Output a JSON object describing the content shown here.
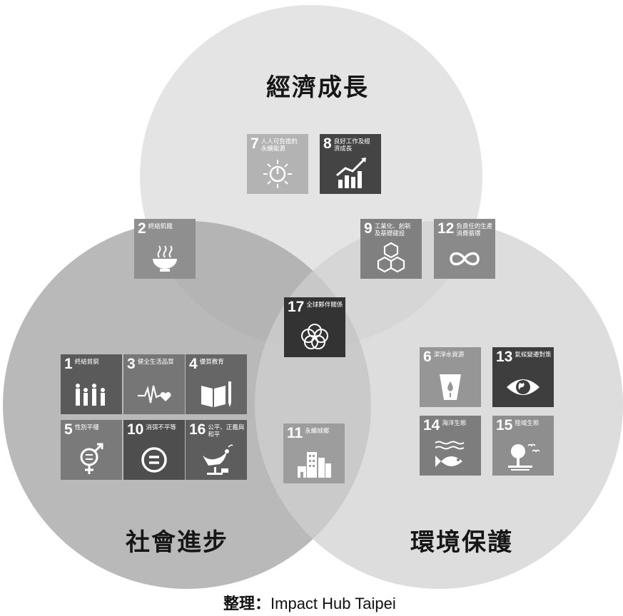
{
  "captions": {
    "economy": "經濟成長",
    "society": "社會進步",
    "environment": "環境保護"
  },
  "credit": {
    "label": "整理：",
    "source": "Impact Hub Taipei"
  },
  "goals": [
    {
      "num": "1",
      "label": "終結貧窮",
      "icon": "family-icon"
    },
    {
      "num": "2",
      "label": "終結飢餓",
      "icon": "bowl-icon"
    },
    {
      "num": "3",
      "label": "健全生活品質",
      "icon": "heartbeat-icon"
    },
    {
      "num": "4",
      "label": "優質教育",
      "icon": "book-icon"
    },
    {
      "num": "5",
      "label": "性別平權",
      "icon": "gender-icon"
    },
    {
      "num": "6",
      "label": "潔淨水資源",
      "icon": "water-drop-icon"
    },
    {
      "num": "7",
      "label": "人人可負擔的永續能源",
      "icon": "sun-power-icon"
    },
    {
      "num": "8",
      "label": "良好工作及經濟成長",
      "icon": "growth-chart-icon"
    },
    {
      "num": "9",
      "label": "工業化、創新及基礎建設",
      "icon": "cubes-icon"
    },
    {
      "num": "10",
      "label": "消弭不平等",
      "icon": "equal-circle-icon"
    },
    {
      "num": "11",
      "label": "永續城鄉",
      "icon": "buildings-icon"
    },
    {
      "num": "12",
      "label": "負責任的生產消費循環",
      "icon": "infinity-icon"
    },
    {
      "num": "13",
      "label": "氣候變遷對策",
      "icon": "eye-globe-icon"
    },
    {
      "num": "14",
      "label": "海洋生態",
      "icon": "fish-icon"
    },
    {
      "num": "15",
      "label": "陸域生態",
      "icon": "tree-birds-icon"
    },
    {
      "num": "16",
      "label": "公平、正義與和平",
      "icon": "dove-icon"
    },
    {
      "num": "17",
      "label": "全球夥伴關係",
      "icon": "rings-icon"
    }
  ]
}
